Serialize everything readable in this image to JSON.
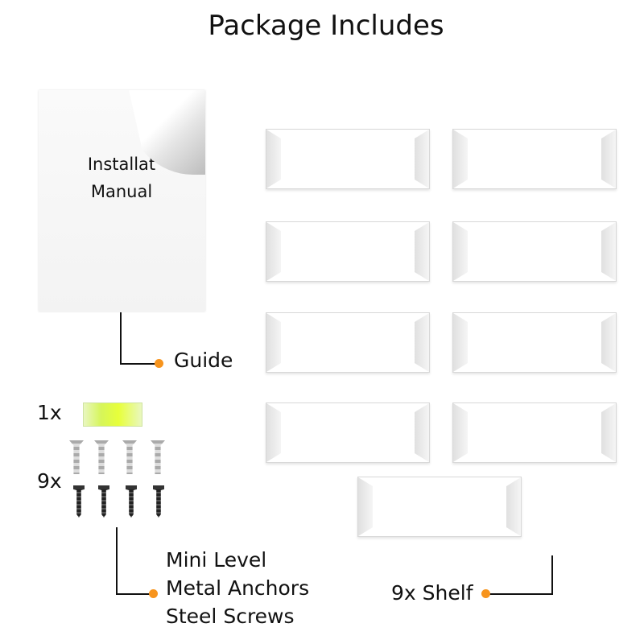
{
  "title": "Package Includes",
  "manual": {
    "line1": "Installat",
    "line2": "Manual"
  },
  "labels": {
    "guide": "Guide",
    "level_qty": "1x",
    "hardware_qty": "9x",
    "mini_level": "Mini Level",
    "metal_anchors": "Metal Anchors",
    "steel_screws": "Steel Screws",
    "shelf": "9x Shelf"
  },
  "colors": {
    "accent_dot": "#f7941d"
  }
}
